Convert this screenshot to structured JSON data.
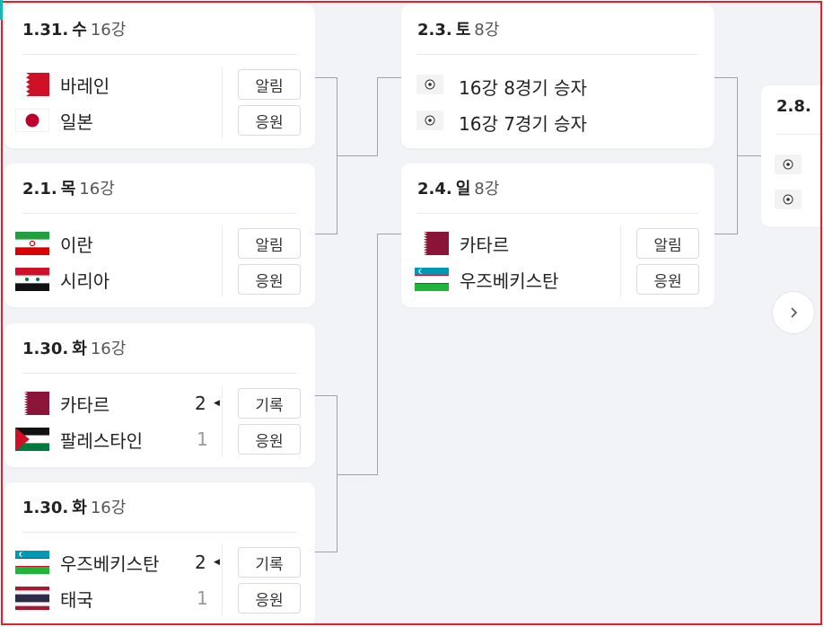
{
  "left_column": [
    {
      "date": "1.31.",
      "weekday": "수",
      "round": "16강",
      "teams": [
        {
          "name": "바레인",
          "flag": "bahrain-flag"
        },
        {
          "name": "일본",
          "flag": "japan-flag"
        }
      ],
      "buttons": [
        "알림",
        "응원"
      ]
    },
    {
      "date": "2.1.",
      "weekday": "목",
      "round": "16강",
      "teams": [
        {
          "name": "이란",
          "flag": "iran-flag"
        },
        {
          "name": "시리아",
          "flag": "syria-flag"
        }
      ],
      "buttons": [
        "알림",
        "응원"
      ]
    },
    {
      "date": "1.30.",
      "weekday": "화",
      "round": "16강",
      "teams": [
        {
          "name": "카타르",
          "flag": "qatar-flag",
          "score": "2"
        },
        {
          "name": "팔레스타인",
          "flag": "palestine-flag",
          "score": "1"
        }
      ],
      "buttons": [
        "기록",
        "응원"
      ]
    },
    {
      "date": "1.30.",
      "weekday": "화",
      "round": "16강",
      "teams": [
        {
          "name": "우즈베키스탄",
          "flag": "uzbekistan-flag",
          "score": "2"
        },
        {
          "name": "태국",
          "flag": "thailand-flag",
          "score": "1"
        }
      ],
      "buttons": [
        "기록",
        "응원"
      ]
    }
  ],
  "middle_column": [
    {
      "date": "2.3.",
      "weekday": "토",
      "round": "8강",
      "teams": [
        {
          "name": "16강 8경기 승자",
          "flag": "soccer-ball-icon"
        },
        {
          "name": "16강 7경기 승자",
          "flag": "soccer-ball-icon"
        }
      ]
    },
    {
      "date": "2.4.",
      "weekday": "일",
      "round": "8강",
      "teams": [
        {
          "name": "카타르",
          "flag": "qatar-flag"
        },
        {
          "name": "우즈베키스탄",
          "flag": "uzbekistan-flag"
        }
      ],
      "buttons": [
        "알림",
        "응원"
      ]
    }
  ],
  "right_column": {
    "date": "2.8."
  },
  "colors": {
    "accent_frame": "#e0202a",
    "background": "#f2f3f6",
    "bracket_line": "#9fa2a8"
  },
  "next_icon": "chevron-right-icon"
}
